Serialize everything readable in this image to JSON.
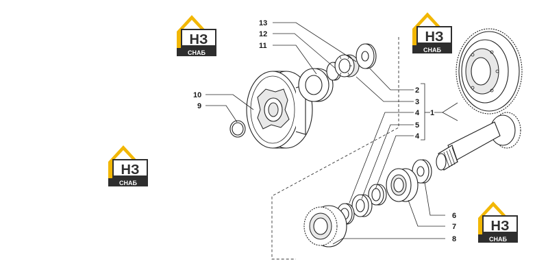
{
  "logo": {
    "letters": "НЗ",
    "caption": "СНАБ",
    "colors": {
      "roof": "#f2b705",
      "body": "#2e2e2e",
      "text": "#ffffff"
    }
  },
  "callouts": {
    "c1": "1",
    "c2": "2",
    "c3": "3",
    "c4a": "4",
    "c4b": "4",
    "c5": "5",
    "c6": "6",
    "c7": "7",
    "c8": "8",
    "c9": "9",
    "c10": "10",
    "c11": "11",
    "c12": "12",
    "c13": "13"
  }
}
